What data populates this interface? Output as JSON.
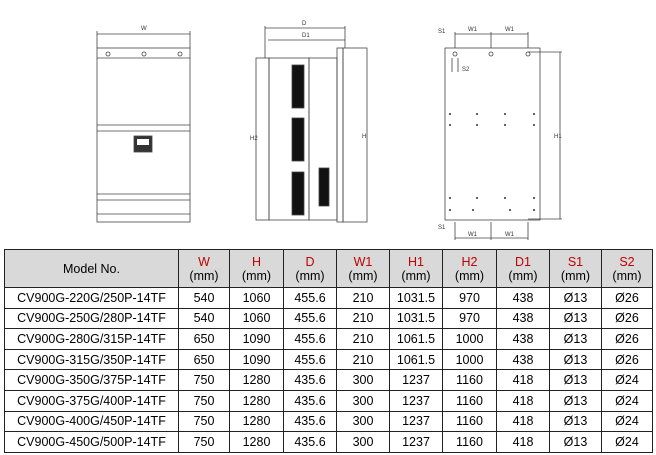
{
  "drawing_labels": {
    "front_width": "W",
    "side_depth": "D",
    "side_depth1": "D1",
    "side_h2": "H2",
    "side_height": "H",
    "back_s1_top": "S1",
    "back_s2": "S2",
    "back_w1_top_left": "W1",
    "back_w1_top_right": "W1",
    "back_h1": "H1",
    "back_s1_bottom": "S1",
    "back_w1_bottom_left": "W1",
    "back_w1_bottom_right": "W1"
  },
  "table": {
    "headers": [
      {
        "label": "Model No.",
        "unit": ""
      },
      {
        "label": "W",
        "unit": "(mm)"
      },
      {
        "label": "H",
        "unit": "(mm)"
      },
      {
        "label": "D",
        "unit": "(mm)"
      },
      {
        "label": "W1",
        "unit": "(mm)"
      },
      {
        "label": "H1",
        "unit": "(mm)"
      },
      {
        "label": "H2",
        "unit": "(mm)"
      },
      {
        "label": "D1",
        "unit": "(mm)"
      },
      {
        "label": "S1",
        "unit": "(mm)"
      },
      {
        "label": "S2",
        "unit": "(mm)"
      }
    ],
    "rows": [
      [
        "CV900G-220G/250P-14TF",
        "540",
        "1060",
        "455.6",
        "210",
        "1031.5",
        "970",
        "438",
        "Ø13",
        "Ø26"
      ],
      [
        "CV900G-250G/280P-14TF",
        "540",
        "1060",
        "455.6",
        "210",
        "1031.5",
        "970",
        "438",
        "Ø13",
        "Ø26"
      ],
      [
        "CV900G-280G/315P-14TF",
        "650",
        "1090",
        "455.6",
        "210",
        "1061.5",
        "1000",
        "438",
        "Ø13",
        "Ø26"
      ],
      [
        "CV900G-315G/350P-14TF",
        "650",
        "1090",
        "455.6",
        "210",
        "1061.5",
        "1000",
        "438",
        "Ø13",
        "Ø26"
      ],
      [
        "CV900G-350G/375P-14TF",
        "750",
        "1280",
        "435.6",
        "300",
        "1237",
        "1160",
        "418",
        "Ø13",
        "Ø24"
      ],
      [
        "CV900G-375G/400P-14TF",
        "750",
        "1280",
        "435.6",
        "300",
        "1237",
        "1160",
        "418",
        "Ø13",
        "Ø24"
      ],
      [
        "CV900G-400G/450P-14TF",
        "750",
        "1280",
        "435.6",
        "300",
        "1237",
        "1160",
        "418",
        "Ø13",
        "Ø24"
      ],
      [
        "CV900G-450G/500P-14TF",
        "750",
        "1280",
        "435.6",
        "300",
        "1237",
        "1160",
        "418",
        "Ø13",
        "Ø24"
      ]
    ]
  },
  "colors": {
    "header_bg": "#d9d9d9",
    "unit_label": "#c00000"
  }
}
